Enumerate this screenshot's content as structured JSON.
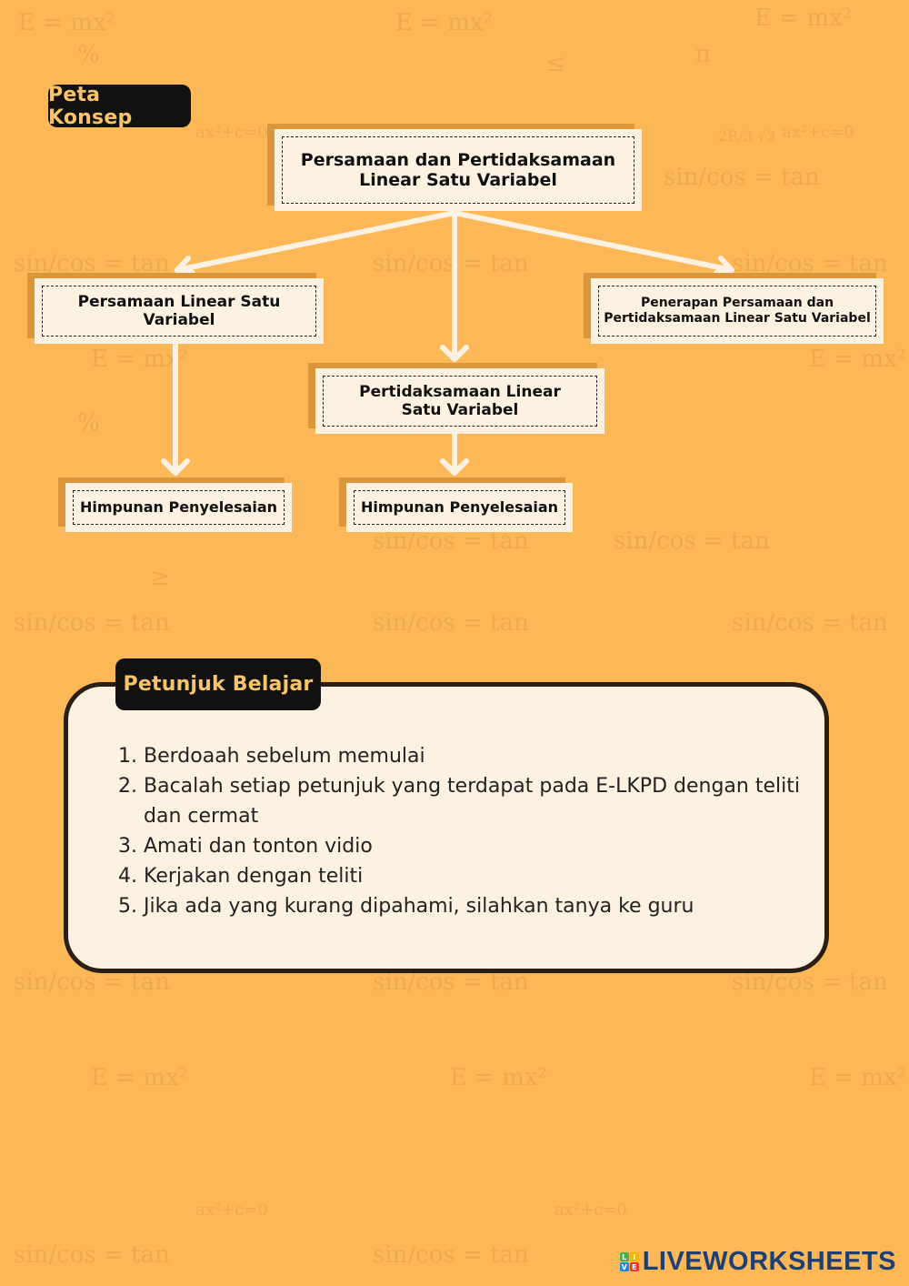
{
  "section_titles": {
    "concept_map": "Peta Konsep",
    "study_guide": "Petunjuk Belajar"
  },
  "concept_map": {
    "root": "Persamaan dan Pertidaksamaan Linear Satu Variabel",
    "root_lines": [
      "Persamaan dan Pertidaksamaan",
      "Linear Satu Variabel"
    ],
    "left": {
      "lines": [
        "Persamaan Linear Satu",
        "Variabel"
      ]
    },
    "middle": {
      "lines": [
        "Pertidaksamaan Linear",
        "Satu Variabel"
      ]
    },
    "right": {
      "lines": [
        "Penerapan Persamaan dan",
        "Pertidaksamaan Linear Satu Variabel"
      ]
    },
    "left_child": "Himpunan Penyelesaian",
    "middle_child": "Himpunan Penyelesaian"
  },
  "study_guide": {
    "steps": [
      {
        "num": "1.",
        "text": "Berdoaah sebelum memulai"
      },
      {
        "num": "2.",
        "text": "Bacalah setiap petunjuk yang terdapat pada E-LKPD dengan teliti dan cermat"
      },
      {
        "num": "3.",
        "text": "Amati dan tonton vidio"
      },
      {
        "num": "4.",
        "text": "Kerjakan dengan teliti"
      },
      {
        "num": "5.",
        "text": "Jika ada yang kurang dipahami, silahkan tanya ke guru"
      }
    ]
  },
  "footer": {
    "brand": "LIVEWORKSHEETS",
    "tiles": [
      "L",
      "I",
      "V",
      "E"
    ],
    "tile_colors": [
      "#4caf50",
      "#f5b400",
      "#1e88e5",
      "#e53935"
    ]
  },
  "colors": {
    "background": "#fcb757",
    "node_fill": "#fdf2e2",
    "node_shadow": "#d9963a",
    "pill_bg": "#111111",
    "pill_text": "#f8c46a",
    "brand": "#1d3f73"
  },
  "background_doodles": [
    "E = mx²",
    "π",
    "≤",
    "≥",
    "%",
    "ax²+c=0",
    "2R/3 √3",
    "sin/cos = tan"
  ]
}
